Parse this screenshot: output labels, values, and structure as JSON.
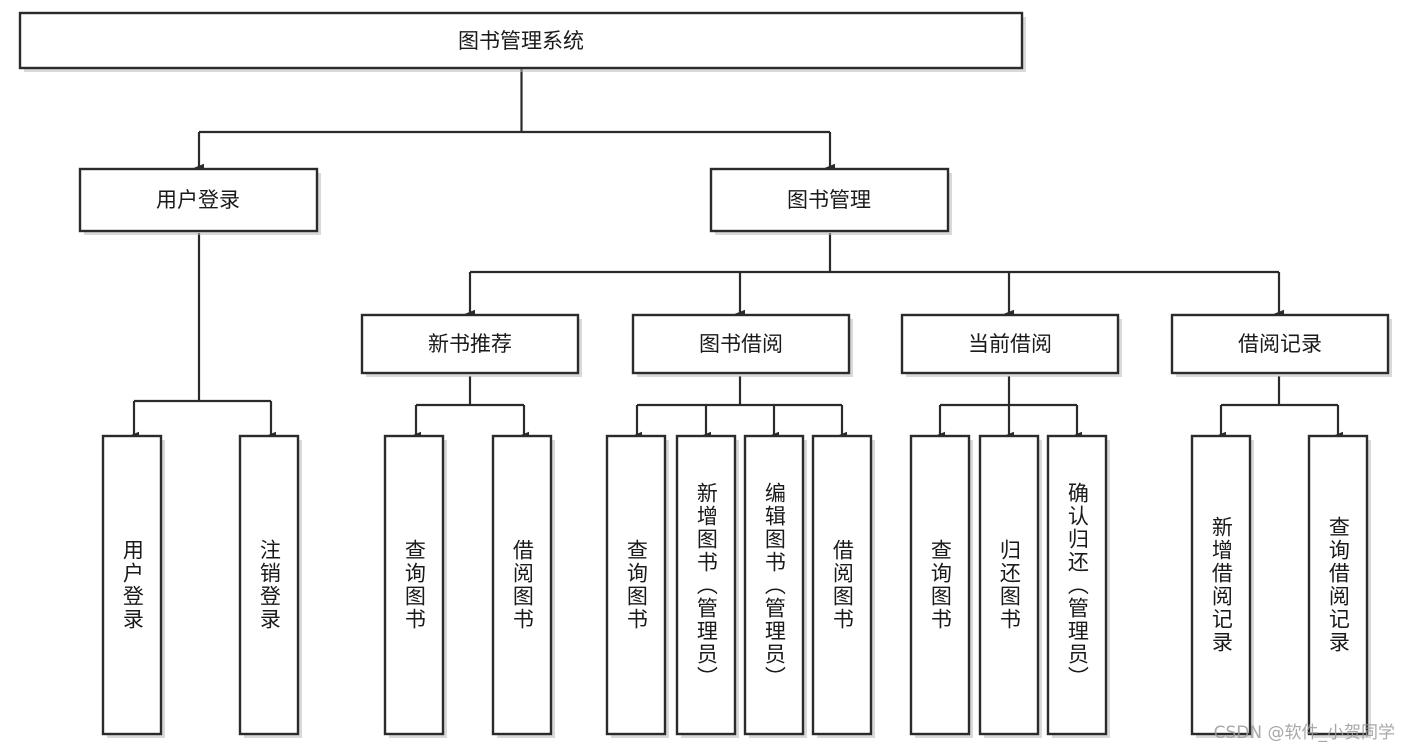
{
  "diagram": {
    "type": "tree",
    "title": "图书管理系统",
    "orientation": "top-down",
    "colors": {
      "box_fill": "#ffffff",
      "box_stroke": "#2b2b2b",
      "text": "#1a1a1a",
      "watermark": "#9a9a9a",
      "background": "#ffffff"
    },
    "root": {
      "label": "图书管理系统"
    },
    "level2": [
      {
        "label": "用户登录"
      },
      {
        "label": "图书管理"
      }
    ],
    "level3": [
      {
        "label": "新书推荐"
      },
      {
        "label": "图书借阅"
      },
      {
        "label": "当前借阅"
      },
      {
        "label": "借阅记录"
      }
    ],
    "leaves": {
      "user_login": [
        {
          "label": "用户登录"
        },
        {
          "label": "注销登录"
        }
      ],
      "new_book_recommend": [
        {
          "label": "查询图书"
        },
        {
          "label": "借阅图书"
        }
      ],
      "book_borrow": [
        {
          "label": "查询图书"
        },
        {
          "label": "新增图书（管理员）"
        },
        {
          "label": "编辑图书（管理员）"
        },
        {
          "label": "借阅图书"
        }
      ],
      "current_borrow": [
        {
          "label": "查询图书"
        },
        {
          "label": "归还图书"
        },
        {
          "label": "确认归还（管理员）"
        }
      ],
      "borrow_record": [
        {
          "label": "新增借阅记录"
        },
        {
          "label": "查询借阅记录"
        }
      ]
    },
    "edges": [
      {
        "from": "图书管理系统",
        "to": "用户登录"
      },
      {
        "from": "图书管理系统",
        "to": "图书管理"
      },
      {
        "from": "用户登录",
        "to": "用户登录"
      },
      {
        "from": "用户登录",
        "to": "注销登录"
      },
      {
        "from": "图书管理",
        "to": "新书推荐"
      },
      {
        "from": "图书管理",
        "to": "图书借阅"
      },
      {
        "from": "图书管理",
        "to": "当前借阅"
      },
      {
        "from": "图书管理",
        "to": "借阅记录"
      },
      {
        "from": "新书推荐",
        "to": "查询图书"
      },
      {
        "from": "新书推荐",
        "to": "借阅图书"
      },
      {
        "from": "图书借阅",
        "to": "查询图书"
      },
      {
        "from": "图书借阅",
        "to": "新增图书（管理员）"
      },
      {
        "from": "图书借阅",
        "to": "编辑图书（管理员）"
      },
      {
        "from": "图书借阅",
        "to": "借阅图书"
      },
      {
        "from": "当前借阅",
        "to": "查询图书"
      },
      {
        "from": "当前借阅",
        "to": "归还图书"
      },
      {
        "from": "当前借阅",
        "to": "确认归还（管理员）"
      },
      {
        "from": "借阅记录",
        "to": "新增借阅记录"
      },
      {
        "from": "借阅记录",
        "to": "查询借阅记录"
      }
    ]
  },
  "watermark": {
    "text": "CSDN @软件_小贺同学"
  }
}
